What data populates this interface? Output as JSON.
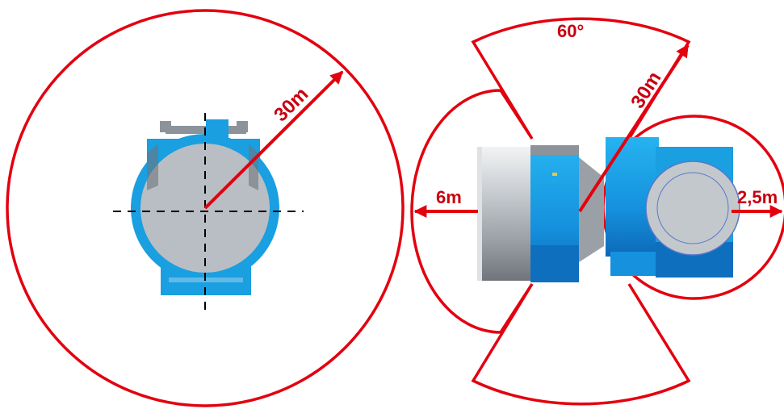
{
  "colors": {
    "zone_red": "#e3000f",
    "label_red": "#c8000f",
    "machine_blue": "#1a9fe0",
    "machine_blue_dark": "#0e6fbf",
    "machine_grey": "#b9bec4",
    "machine_grey_dark": "#8d939a"
  },
  "left_view": {
    "radius_label": "30m"
  },
  "right_view": {
    "angle_label": "60°",
    "radius_label": "30m",
    "side_label": "6m",
    "end_label": "2,5m"
  }
}
